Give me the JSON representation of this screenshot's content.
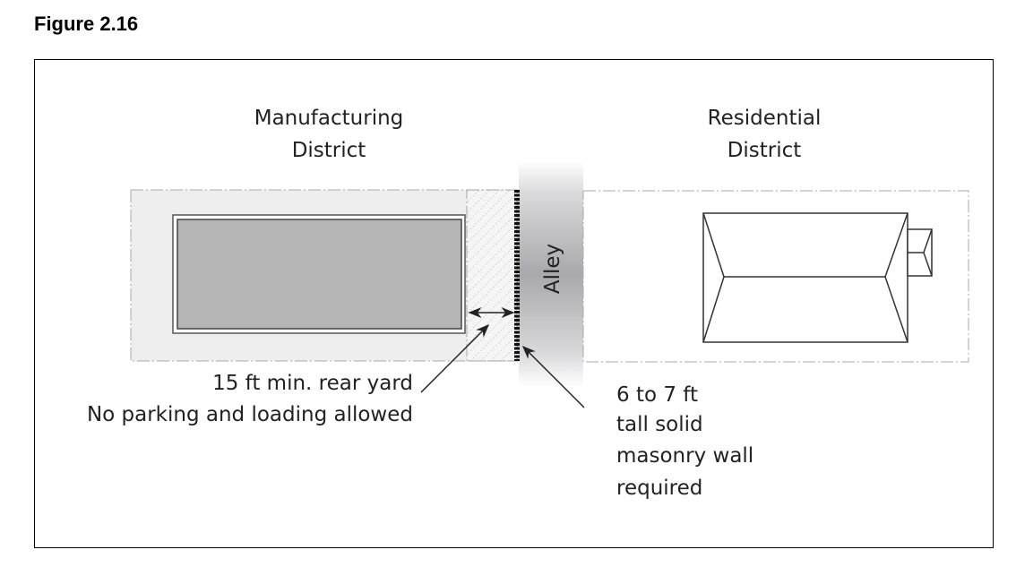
{
  "figure_title": "Figure 2.16",
  "manufacturing": {
    "line1": "Manufacturing",
    "line2": "District"
  },
  "residential": {
    "line1": "Residential",
    "line2": "District"
  },
  "alley_label": "Alley",
  "rear_yard_note": {
    "line1": "15 ft min. rear yard",
    "line2": "No parking and loading allowed"
  },
  "wall_note": {
    "line1": "6 to 7 ft",
    "line2": "tall solid",
    "line3": "masonry wall",
    "line4": "required"
  }
}
